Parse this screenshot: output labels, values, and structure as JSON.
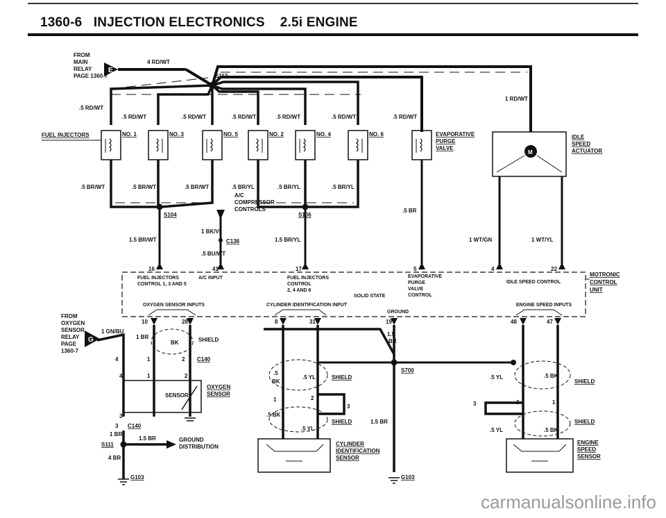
{
  "page": {
    "title_section": "1360-6",
    "title_main": "INJECTION ELECTRONICS",
    "title_engine": "2.5i ENGINE",
    "watermark": "carmanualsonline.info"
  },
  "labels": {
    "from_main_relay": [
      "FROM",
      "MAIN",
      "RELAY",
      "PAGE 1360-7"
    ],
    "connector_e": "E",
    "connector_g": "G",
    "w_4rdwt": "4 RD/WT",
    "s112": "S112",
    "w_1rdwt": "1 RD/WT",
    "w_05rdwt": ".5 RD/WT",
    "fuel_injectors": "FUEL INJECTORS",
    "no1": "NO. 1",
    "no3": "NO. 3",
    "no5": "NO. 5",
    "no2": "NO. 2",
    "no4": "NO. 4",
    "no6": "NO. 6",
    "evap": [
      "EVAPORATIVE",
      "PURGE",
      "VALVE"
    ],
    "idle": [
      "IDLE",
      "SPEED",
      "ACTUATOR"
    ],
    "w_05brwt": ".5 BR/WT",
    "w_05bryl": ".5 BR/YL",
    "ac": [
      "A/C",
      "COMPRESSOR",
      "CONTROLS"
    ],
    "s104": "S104",
    "s106": "S106",
    "w_05br": ".5 BR",
    "w_1bkvi": "1 BK/VI",
    "c136": "C136",
    "w_05buwt": ".5 BU/WT",
    "w_15brwt": "1.5 BR/WT",
    "w_15bryl": "1.5 BR/YL",
    "w_1wtgn": "1 WT/GN",
    "w_1wtyl": "1 WT/YL",
    "pins_top": [
      "16",
      "41",
      "17",
      "5",
      "4",
      "22"
    ],
    "cu_fuel": [
      "FUEL INJECTORS",
      "CONTROL 1, 3 AND 5"
    ],
    "cu_ac": "A/C INPUT",
    "cu_fuel2": [
      "FUEL INJECTORS",
      "CONTROL",
      "2, 4 AND 6"
    ],
    "cu_solid": "SOLID STATE",
    "cu_evap": [
      "EVAPORATIVE",
      "PURGE",
      "VALVE",
      "CONTROL"
    ],
    "cu_idle": "IDLE SPEED CONTROL",
    "cu_motronic": [
      "MOTRONIC",
      "CONTROL",
      "UNIT"
    ],
    "cu_oxy": "OXYGEN SENSOR INPUTS",
    "cu_cyl": "CYLINDER IDENTIFICATION INPUT",
    "cu_ground": "GROUND",
    "cu_eng": "ENGINE SPEED INPUTS",
    "pins_bottom": [
      "10",
      "28",
      "8",
      "31",
      "19",
      "48",
      "47"
    ],
    "from_oxy_relay": [
      "FROM",
      "OXYGEN",
      "SENSOR",
      "RELAY",
      "PAGE",
      "1360-7"
    ],
    "w_1gnbu": "1 GN/BU",
    "w_1br": "1 BR",
    "bk": "BK",
    "shield": "SHIELD",
    "c140": "C140",
    "n4": "4",
    "n1": "1",
    "n2": "2",
    "n3": "3",
    "sensor": "SENSOR",
    "oxygen_sensor": [
      "OXYGEN",
      "SENSOR"
    ],
    "s111": "S111",
    "w_15br": "1.5 BR",
    "w_4br": "4 BR",
    "ground_dist": [
      "GROUND",
      "DISTRIBUTION"
    ],
    "g103": "G103",
    "w_05yl": ".5 YL",
    "w_5": ".5",
    "w_05bk": ".5 BK",
    "w_15": "1.5",
    "w_br": "BR",
    "s700": "S700",
    "cyl_id": [
      "CYLINDER",
      "IDENTIFICATION",
      "SENSOR"
    ],
    "eng_speed": [
      "ENGINE",
      "SPEED",
      "SENSOR"
    ]
  }
}
